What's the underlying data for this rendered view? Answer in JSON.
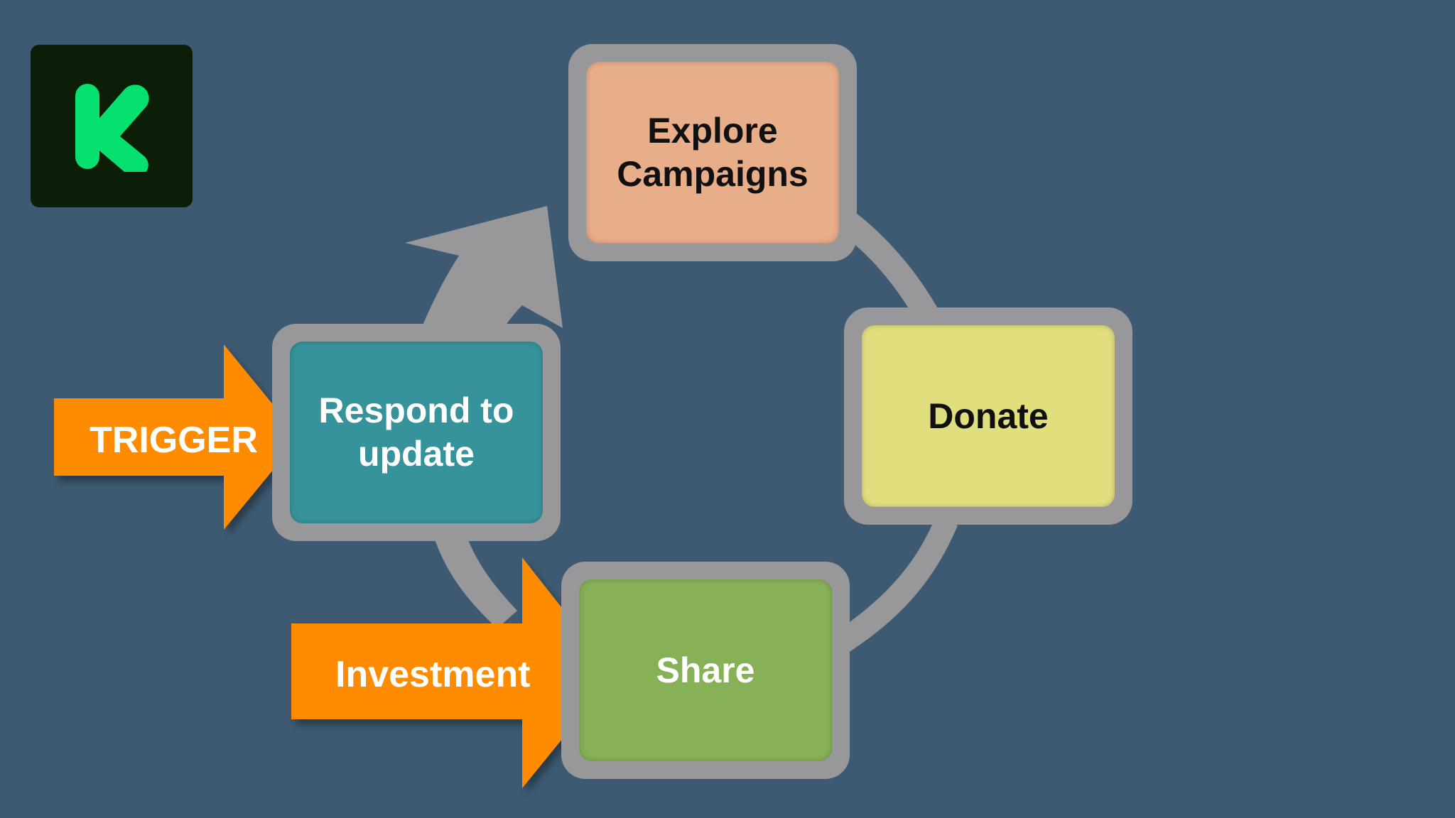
{
  "colors": {
    "background": "#3d5a72",
    "cycle_arrow": "#98989a",
    "callout_arrow": "#ff8c00",
    "logo_background": "#0c1e08",
    "logo_mark": "#05e06f",
    "explore": "#e8ad89",
    "donate": "#e1df7d",
    "respond": "#36939b",
    "share": "#86b157"
  },
  "logo": {
    "letter": "K"
  },
  "cycle": {
    "explore": "Explore Campaigns",
    "donate": "Donate",
    "share": "Share",
    "respond": "Respond to update"
  },
  "callouts": {
    "trigger": "TRIGGER",
    "investment": "Investment"
  }
}
